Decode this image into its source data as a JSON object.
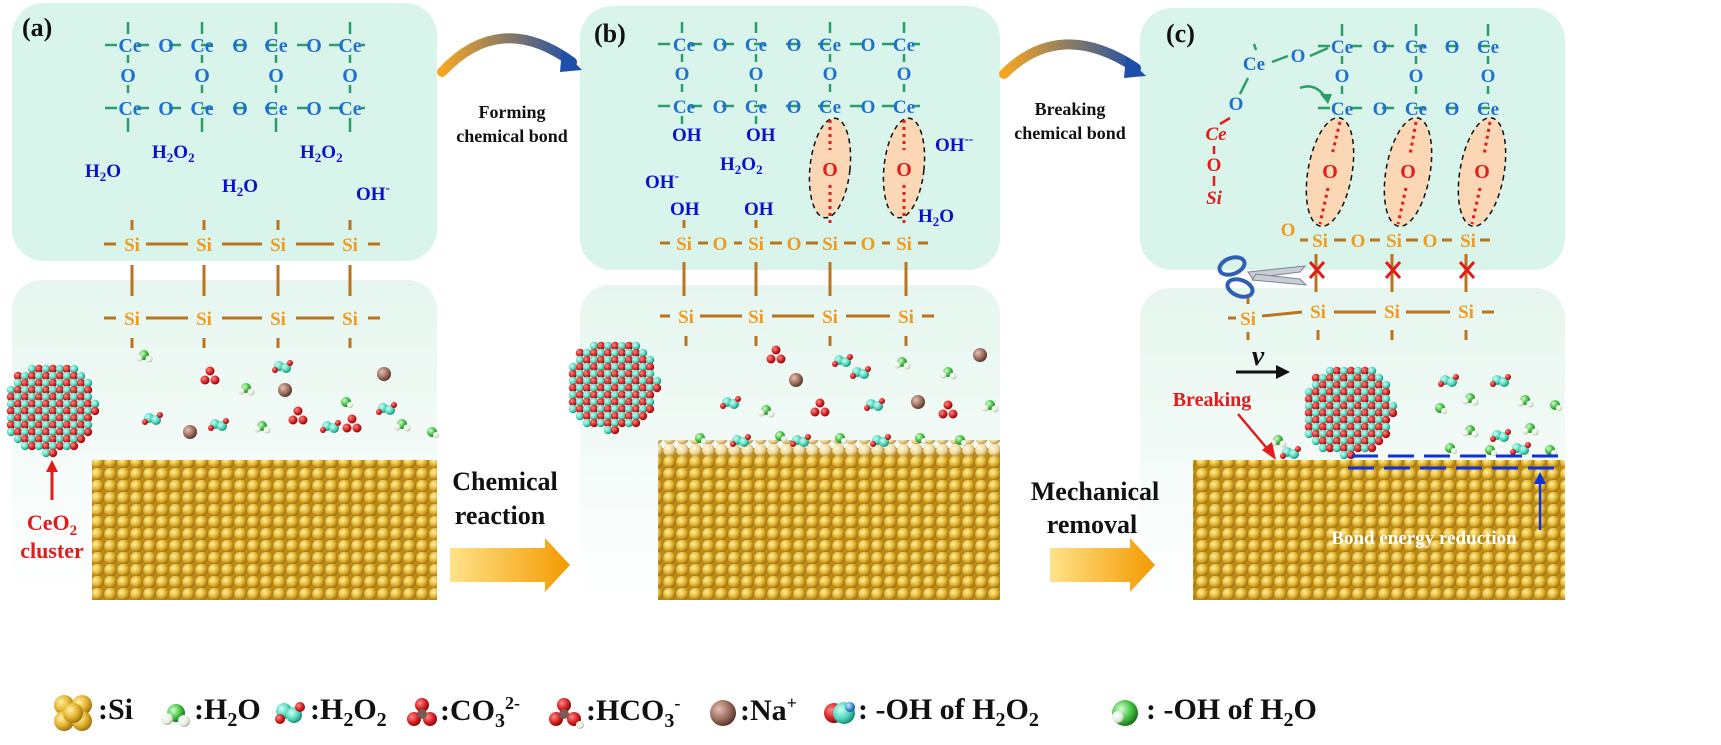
{
  "panels": {
    "a": {
      "tag": "(a)",
      "ce_rows": [
        [
          "-Ce",
          "O",
          "Ce",
          "O",
          "Ce",
          "O",
          "Ce-"
        ],
        [
          "O",
          "O",
          "O",
          "O"
        ],
        [
          "-Ce",
          "O",
          "Ce",
          "O",
          "Ce",
          "O",
          "Ce-"
        ]
      ],
      "species": [
        "H2O",
        "H2O2",
        "H2O",
        "H2O2",
        "OH-"
      ],
      "cluster_label_line1": "CeO2",
      "cluster_label_line2": "cluster"
    },
    "b": {
      "tag": "(b)",
      "oh_labels": [
        "OH",
        "OH",
        "OH",
        "OH",
        "OH-"
      ],
      "species": [
        "H2O2",
        "OH-",
        "OH--",
        "H2O"
      ],
      "bond_o": "O"
    },
    "c": {
      "tag": "(c)",
      "chain": [
        "Ce",
        "O",
        "Ce",
        "O",
        "Si"
      ],
      "bond_o": "O",
      "breaking_label": "Breaking",
      "velocity_label": "v",
      "bond_energy_label": "Bond energy reduction"
    }
  },
  "atoms": {
    "ce": "Ce",
    "o": "O",
    "si": "Si"
  },
  "transitions": {
    "forming_line1": "Forming",
    "forming_line2": "chemical bond",
    "breaking_line1": "Breaking",
    "breaking_line2": "chemical bond",
    "chemical_line1": "Chemical",
    "chemical_line2": "reaction",
    "mechanical_line1": "Mechanical",
    "mechanical_line2": "removal"
  },
  "legend": [
    {
      "icon": "si-atom-icon",
      "text": ":Si"
    },
    {
      "icon": "h2o-molecule-icon",
      "text": ":H2O"
    },
    {
      "icon": "h2o2-molecule-icon",
      "text": ":H2O2"
    },
    {
      "icon": "co3-ion-icon",
      "text": ":CO3 2-"
    },
    {
      "icon": "hco3-ion-icon",
      "text": ":HCO3 -"
    },
    {
      "icon": "na-ion-icon",
      "text": ":Na+"
    },
    {
      "icon": "oh-h2o2-icon",
      "text": ": -OH of H2O2"
    },
    {
      "icon": "oh-h2o-icon",
      "text": ": -OH of H2O"
    }
  ],
  "colors": {
    "panel_bg": "#dff5ec",
    "ce": "#1f6fd0",
    "o": "#1f6fd0",
    "bond": "#2a9d6a",
    "si": "#f19a1d",
    "si_bond": "#b9741f",
    "red_label": "#e21b1b",
    "blue_label": "#0a12c8",
    "substrate": "#d7a62a",
    "arrow": "#f4a000"
  }
}
